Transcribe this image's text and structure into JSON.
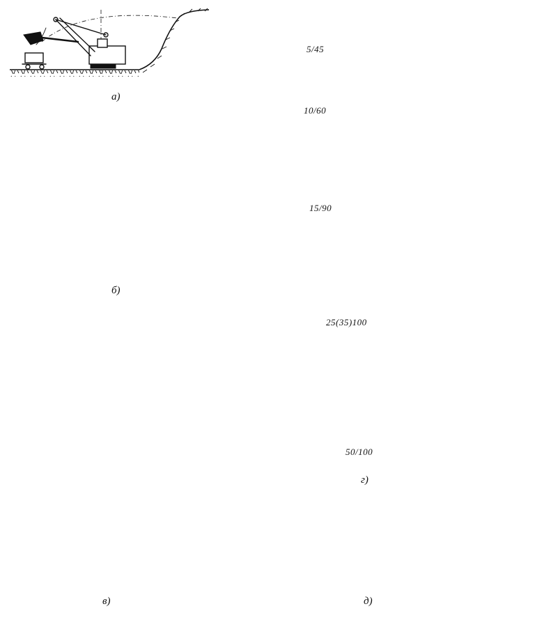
{
  "panel_labels": {
    "a": "а)",
    "b": "б)",
    "v": "в)",
    "g": "г)",
    "d": "д)"
  },
  "dragline_models": [
    "5/45",
    "10/60",
    "15/90",
    "25(35)100",
    "50/100"
  ]
}
